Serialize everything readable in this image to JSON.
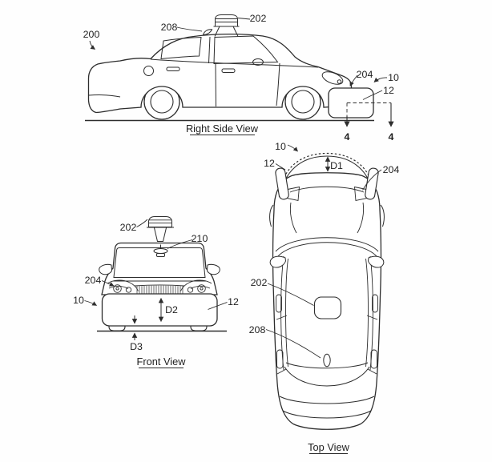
{
  "colors": {
    "ink": "#2d2d2d",
    "label": "#1f1f1f",
    "background": "#ffffff"
  },
  "views": {
    "side": {
      "caption": "Right Side View",
      "labels": {
        "assembly": "200",
        "antenna": "208",
        "roof_sensor": "202",
        "bumper_mount": "204",
        "bumper_unit": "10",
        "bumper_body": "12",
        "section_left": "4",
        "section_right": "4"
      }
    },
    "front": {
      "caption": "Front View",
      "labels": {
        "roof_sensor": "202",
        "interior_sensor": "210",
        "headlight_sensor": "204",
        "bumper_unit": "10",
        "bumper_body": "12",
        "dim_height": "D2",
        "dim_clearance": "D3"
      }
    },
    "top": {
      "caption": "Top View",
      "labels": {
        "bumper_unit": "10",
        "bumper_body": "12",
        "dim_depth": "D1",
        "bumper_mount": "204",
        "roof_sensor": "202",
        "antenna": "208"
      }
    }
  }
}
